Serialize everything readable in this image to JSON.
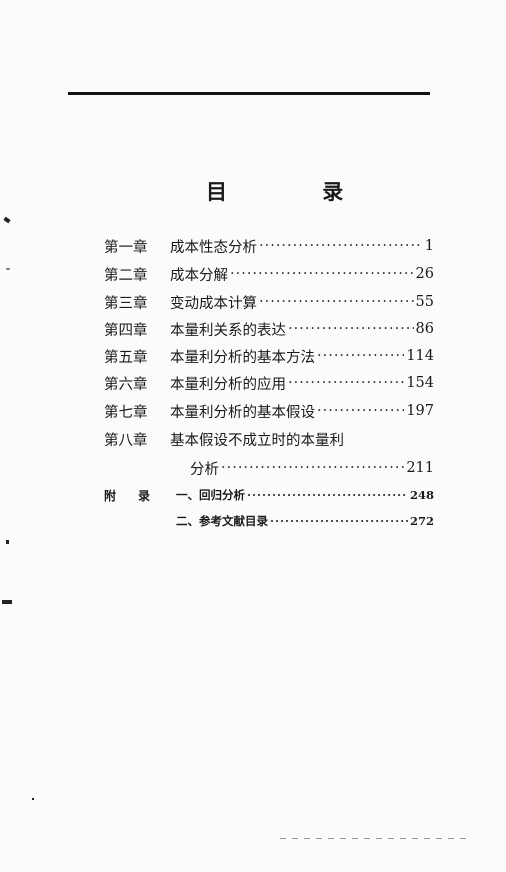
{
  "title": "目 录",
  "chapters": [
    {
      "chapter": "第一章",
      "title": "成本性态分析",
      "page": "1"
    },
    {
      "chapter": "第二章",
      "title": "成本分解",
      "page": "26"
    },
    {
      "chapter": "第三章",
      "title": "变动成本计算",
      "page": "55"
    },
    {
      "chapter": "第四章",
      "title": "本量利关系的表达",
      "page": "86"
    },
    {
      "chapter": "第五章",
      "title": "本量利分析的基本方法",
      "page": "114"
    },
    {
      "chapter": "第六章",
      "title": "本量利分析的应用",
      "page": "154"
    },
    {
      "chapter": "第七章",
      "title": "本量利分析的基本假设",
      "page": "197"
    },
    {
      "chapter": "第八章",
      "title": "基本假设不成立时的本量利",
      "title_cont": "分析",
      "page": "211"
    }
  ],
  "appendix": {
    "label": "附录",
    "items": [
      {
        "title": "一、回归分析",
        "page": "248"
      },
      {
        "title": "二、参考文献目录",
        "page": "272"
      }
    ]
  }
}
